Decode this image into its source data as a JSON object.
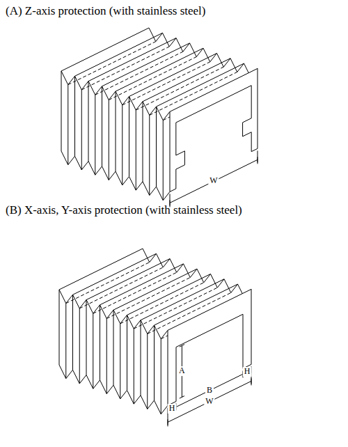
{
  "diagram": {
    "labels": [
      "(A) Z-axis protection (with stainless steel)",
      "W",
      "(B) X-axis, Y-axis protection (with stainless steel)",
      "A",
      "H",
      "B",
      "H",
      "W"
    ]
  }
}
